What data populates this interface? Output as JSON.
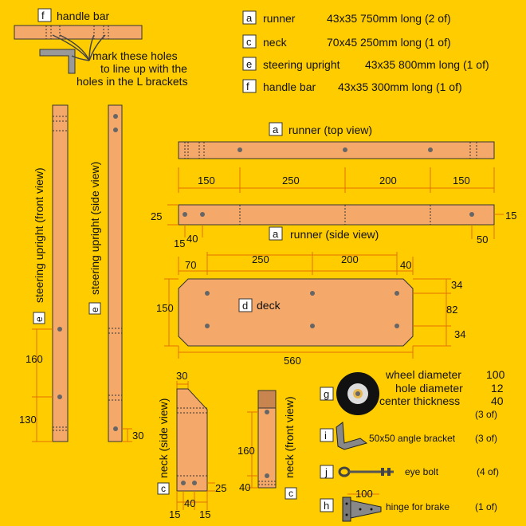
{
  "parts_list": [
    {
      "letter": "a",
      "name": "runner",
      "spec": "43x35  750mm long (2 of)"
    },
    {
      "letter": "c",
      "name": "neck",
      "spec": "70x45  250mm long (1 of)"
    },
    {
      "letter": "e",
      "name": "steering upright",
      "spec": "43x35  800mm long (1 of)"
    },
    {
      "letter": "f",
      "name": "handle bar",
      "spec": "43x35  300mm long (1 of)"
    }
  ],
  "handle_bar": {
    "letter": "f",
    "label": "handle bar"
  },
  "note": [
    "mark these holes",
    "to line up with the",
    "holes in the L brackets"
  ],
  "steering_front": {
    "letter": "e",
    "label": "steering upright (front view)",
    "dims": [
      "160",
      "130"
    ]
  },
  "steering_side": {
    "letter": "e",
    "label": "steering upright (side view)",
    "dims": [
      "30"
    ]
  },
  "runner_top": {
    "letter": "a",
    "label": "runner (top view)",
    "dims": [
      "150",
      "250",
      "200",
      "150"
    ]
  },
  "runner_side": {
    "letter": "a",
    "label": "runner (side view)",
    "dims": [
      "25",
      "15",
      "40",
      "50",
      "15"
    ]
  },
  "deck": {
    "letter": "d",
    "label": "deck",
    "dims": [
      "70",
      "250",
      "200",
      "40",
      "150",
      "34",
      "82",
      "34",
      "560"
    ]
  },
  "neck_side": {
    "letter": "c",
    "label": "neck (side view)",
    "dims": [
      "30",
      "25",
      "40",
      "15",
      "15"
    ]
  },
  "neck_front": {
    "letter": "c",
    "label": "neck (front view)",
    "dims": [
      "160",
      "40"
    ]
  },
  "wheel": {
    "letter": "g",
    "lines": [
      {
        "k": "wheel diameter",
        "v": "100"
      },
      {
        "k": "hole diameter",
        "v": "12"
      },
      {
        "k": "center thickness",
        "v": "40"
      }
    ],
    "qty": "(3 of)"
  },
  "bracket": {
    "letter": "i",
    "label": "50x50 angle bracket",
    "qty": "(3 of)"
  },
  "eyebolt": {
    "letter": "j",
    "label": "eye bolt",
    "qty": "(4 of)"
  },
  "hinge": {
    "letter": "h",
    "label": "hinge for brake",
    "qty": "(1 of)",
    "dim": "100"
  },
  "colors": {
    "background": "#FFCC00",
    "wood": "#F4A86A",
    "dimension": "#E07000"
  }
}
